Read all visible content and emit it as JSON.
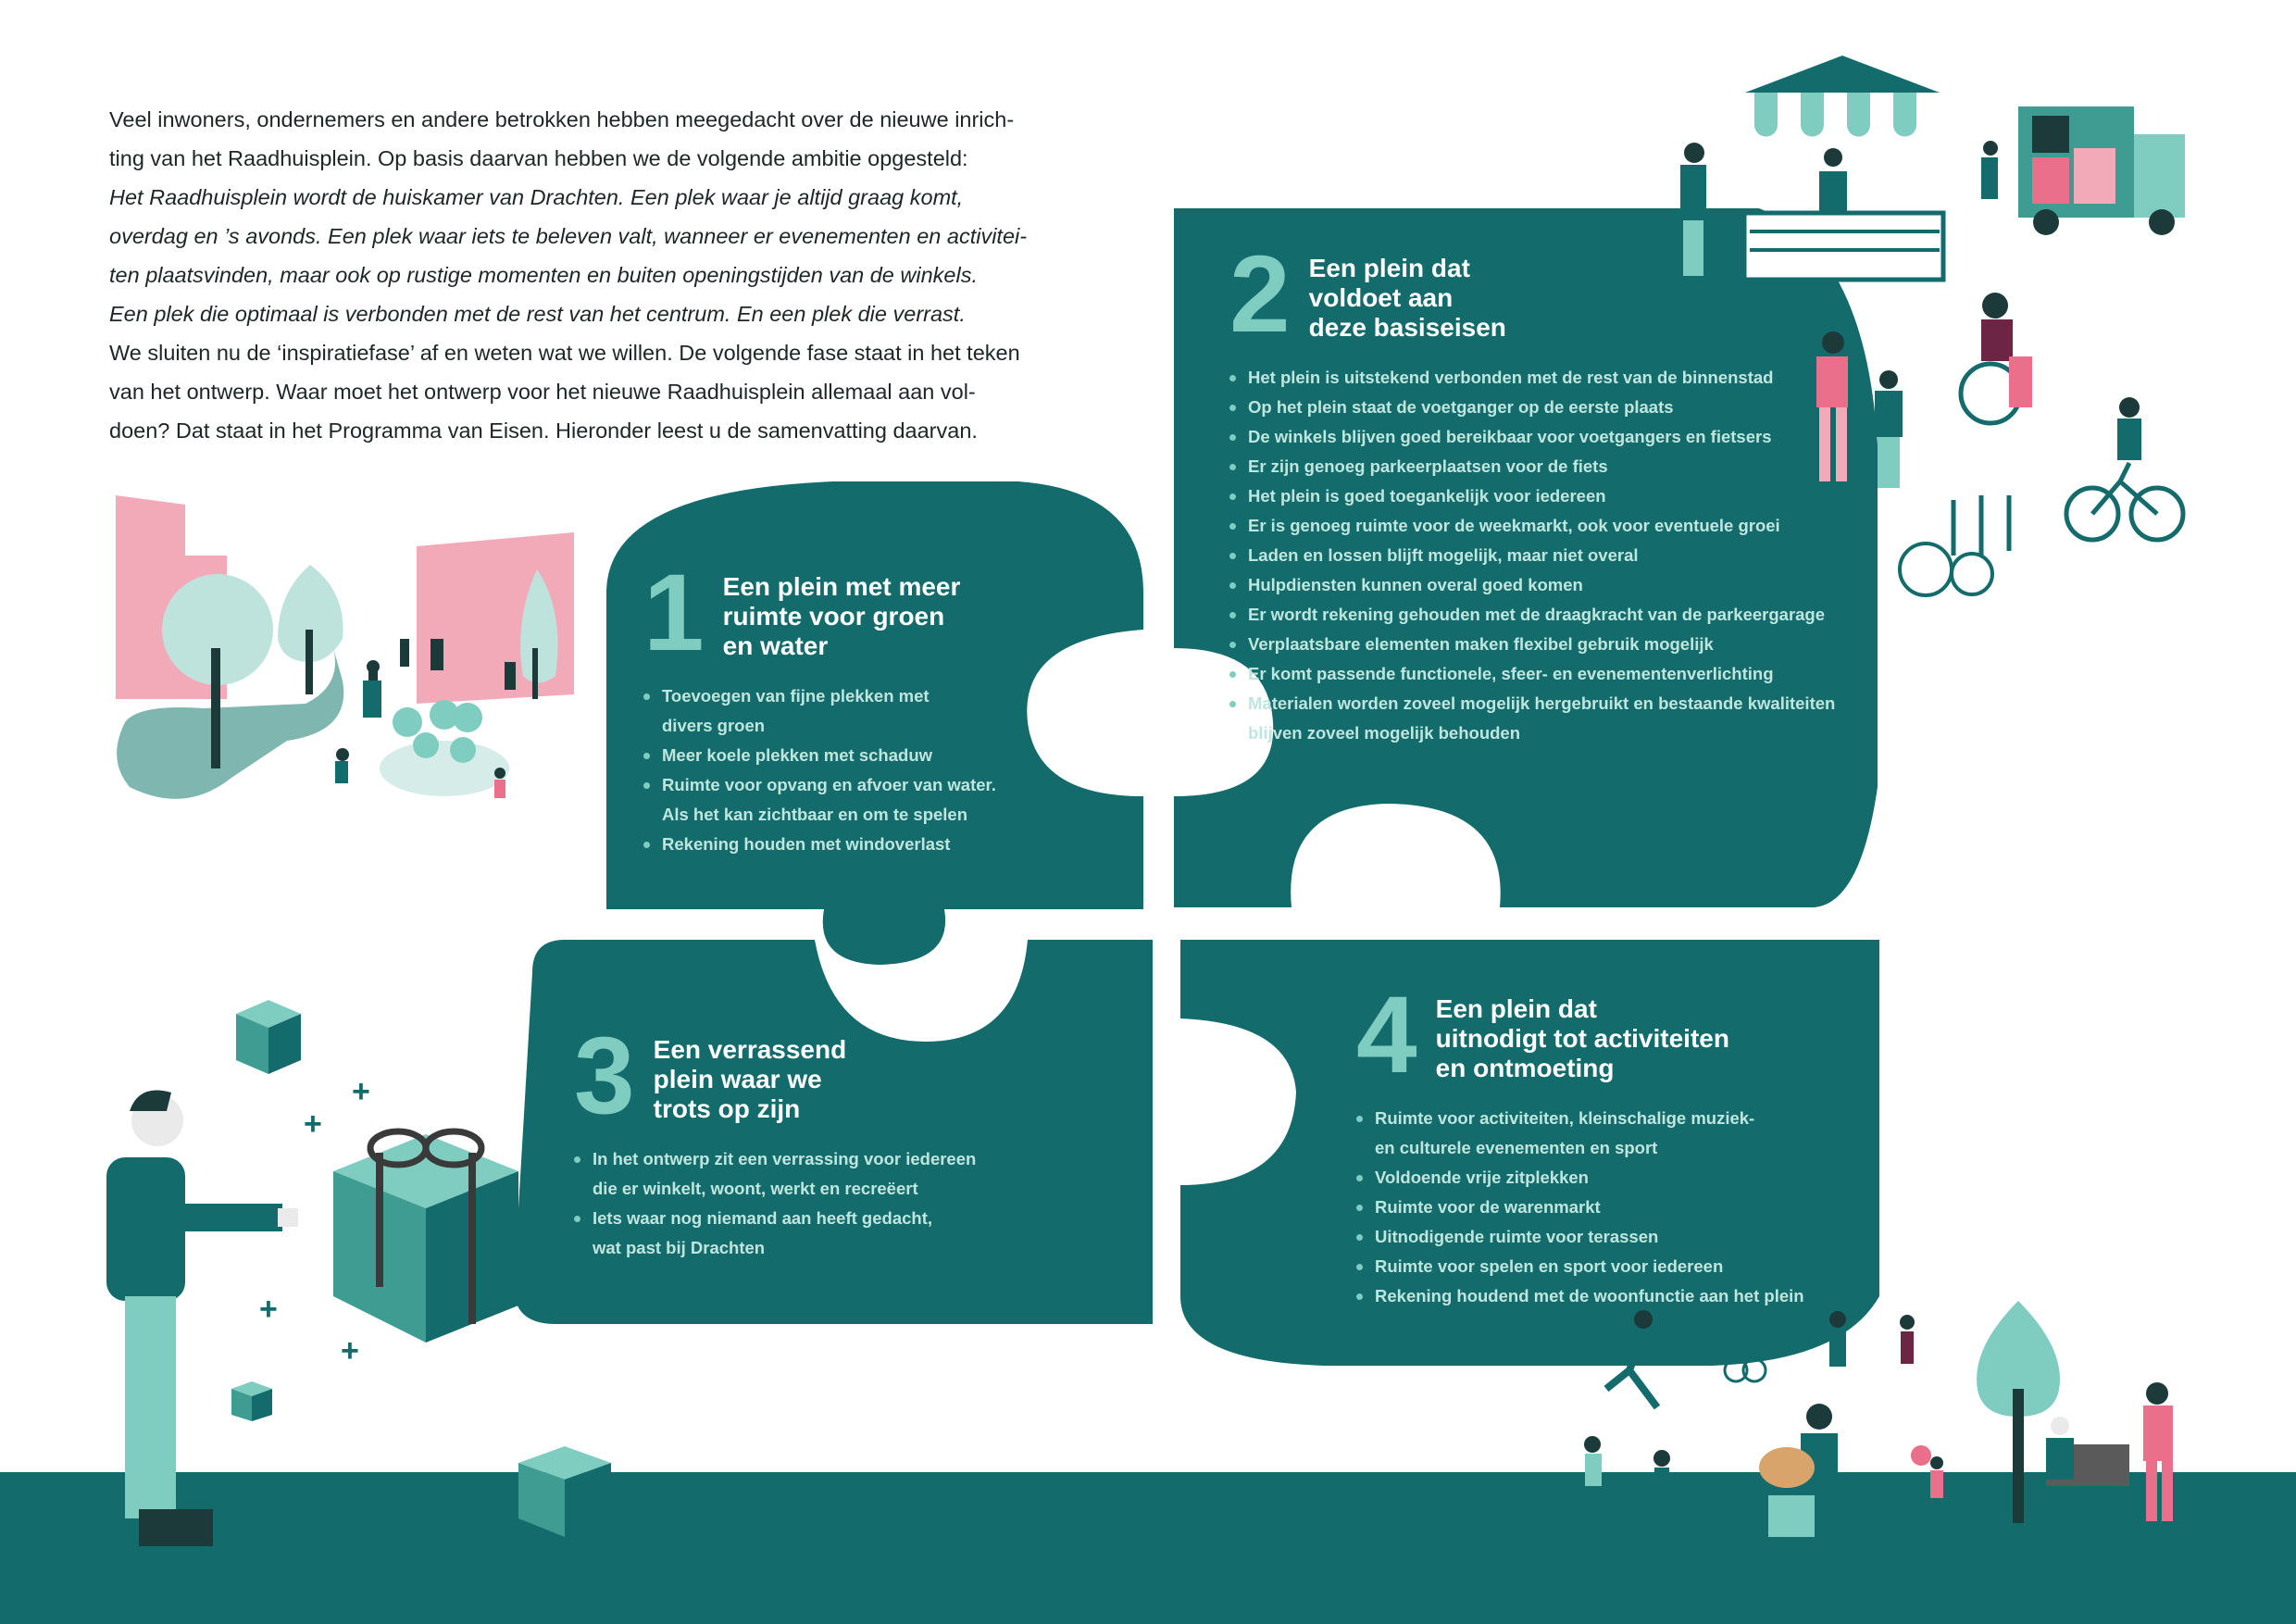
{
  "intro": {
    "line1": "Veel inwoners, ondernemers en andere betrokken hebben meegedacht over de nieuwe  inrich-",
    "line2": "ting van het Raadhuisplein. Op basis daarvan hebben we de volgende ambitie opgesteld:",
    "italic1": "Het Raadhuisplein wordt de huiskamer van Drachten. Een plek waar je altijd graag komt,",
    "italic2": "overdag en ’s avonds. Een plek waar iets te beleven valt, wanneer er evenementen en activitei-",
    "italic3": "ten plaatsvinden, maar ook op rustige momenten en buiten openingstijden van de winkels.",
    "italic4": "Een plek die optimaal is verbonden met de rest van het centrum. En een plek die verrast.",
    "line3": "We sluiten nu de ‘inspiratiefase’ af en weten wat we willen. De volgende fase staat in het teken",
    "line4": "van het ontwerp. Waar moet het ontwerp voor het nieuwe Raadhuisplein allemaal aan vol-",
    "line5": "doen? Dat staat in het Programma van Eisen. Hieronder leest u de samenvatting daarvan."
  },
  "colors": {
    "teal": "#146b6b",
    "mint": "#7fcdc0",
    "pink": "#f3aab8",
    "light": "#bfe6de"
  },
  "puzzle": [
    {
      "number": "1",
      "title": [
        "Een plein met meer",
        "ruimte voor groen",
        "en water"
      ],
      "items": [
        [
          "Toevoegen van fijne plekken met",
          "divers groen"
        ],
        [
          "Meer koele plekken met schaduw"
        ],
        [
          "Ruimte voor opvang en afvoer van water.",
          "Als het kan zichtbaar en om te spelen"
        ],
        [
          "Rekening houden met windoverlast"
        ]
      ]
    },
    {
      "number": "2",
      "title": [
        "Een plein dat",
        "voldoet aan",
        "deze basiseisen"
      ],
      "items": [
        [
          "Het plein is uitstekend verbonden met de rest van de binnenstad"
        ],
        [
          "Op het plein staat de voetganger op de eerste plaats"
        ],
        [
          "De winkels blijven goed bereikbaar voor voetgangers en fietsers"
        ],
        [
          "Er zijn genoeg parkeerplaatsen voor de fiets"
        ],
        [
          "Het plein is goed toegankelijk voor iedereen"
        ],
        [
          "Er is genoeg ruimte voor de weekmarkt, ook voor eventuele groei"
        ],
        [
          "Laden en lossen blijft mogelijk, maar niet overal"
        ],
        [
          "Hulpdiensten kunnen overal goed komen"
        ],
        [
          "Er wordt rekening gehouden met de draagkracht van de parkeergarage"
        ],
        [
          "Verplaatsbare elementen maken flexibel gebruik mogelijk"
        ],
        [
          "Er komt passende functionele, sfeer- en evenementenverlichting"
        ],
        [
          "Materialen worden zoveel mogelijk hergebruikt en bestaande kwaliteiten",
          "blijven zoveel mogelijk behouden"
        ]
      ]
    },
    {
      "number": "3",
      "title": [
        "Een verrassend",
        "plein waar we",
        "trots op zijn"
      ],
      "items": [
        [
          "In het ontwerp zit een verrassing voor iedereen",
          "die er winkelt, woont, werkt en recreëert"
        ],
        [
          "Iets waar nog niemand aan heeft gedacht,",
          "wat past bij Drachten"
        ]
      ]
    },
    {
      "number": "4",
      "title": [
        "Een plein dat",
        "uitnodigt tot activiteiten",
        "en ontmoeting"
      ],
      "items": [
        [
          "Ruimte voor activiteiten, kleinschalige muziek-",
          "en culturele evenementen en sport"
        ],
        [
          "Voldoende vrije zitplekken"
        ],
        [
          "Ruimte voor de warenmarkt"
        ],
        [
          "Uitnodigende ruimte voor terassen"
        ],
        [
          "Ruimte voor spelen en sport voor iedereen"
        ],
        [
          "Rekening houdend met de woonfunctie aan het plein"
        ]
      ]
    }
  ]
}
